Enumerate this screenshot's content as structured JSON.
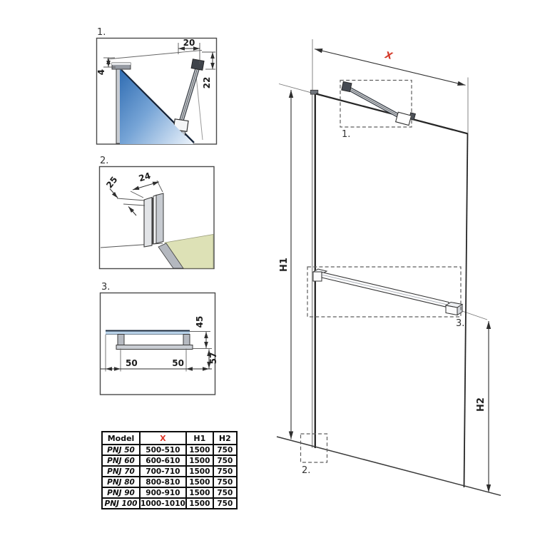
{
  "drawing": {
    "details": {
      "d1": {
        "label": "1.",
        "dim_top": "20",
        "dim_left": "4",
        "dim_right": "22"
      },
      "d2": {
        "label": "2.",
        "dim_front": "25",
        "dim_side": "24"
      },
      "d3": {
        "label": "3.",
        "dim_upper": "45",
        "dim_lower": "57",
        "dim_left": "50",
        "dim_right": "50"
      }
    },
    "main": {
      "width_label": "X",
      "height_label": "H1",
      "handle_height_label": "H2",
      "callout_1": "1.",
      "callout_2": "2.",
      "callout_3": "3."
    }
  },
  "colors": {
    "accent_red": "#d43a2a",
    "glass_blue_dark": "#2f6cb2",
    "glass_blue_light": "#ecf3fb",
    "floor_green": "#dde1b6",
    "profile_gray": "#c9cdd3",
    "line_dark": "#2e2e2e"
  },
  "table": {
    "headers": {
      "model": "Model",
      "x": "X",
      "h1": "H1",
      "h2": "H2"
    },
    "rows": [
      {
        "model": "PNJ 50",
        "x": "500-510",
        "h1": "1500",
        "h2": "750"
      },
      {
        "model": "PNJ 60",
        "x": "600-610",
        "h1": "1500",
        "h2": "750"
      },
      {
        "model": "PNJ 70",
        "x": "700-710",
        "h1": "1500",
        "h2": "750"
      },
      {
        "model": "PNJ 80",
        "x": "800-810",
        "h1": "1500",
        "h2": "750"
      },
      {
        "model": "PNJ 90",
        "x": "900-910",
        "h1": "1500",
        "h2": "750"
      },
      {
        "model": "PNJ 100",
        "x": "1000-1010",
        "h1": "1500",
        "h2": "750"
      }
    ]
  }
}
